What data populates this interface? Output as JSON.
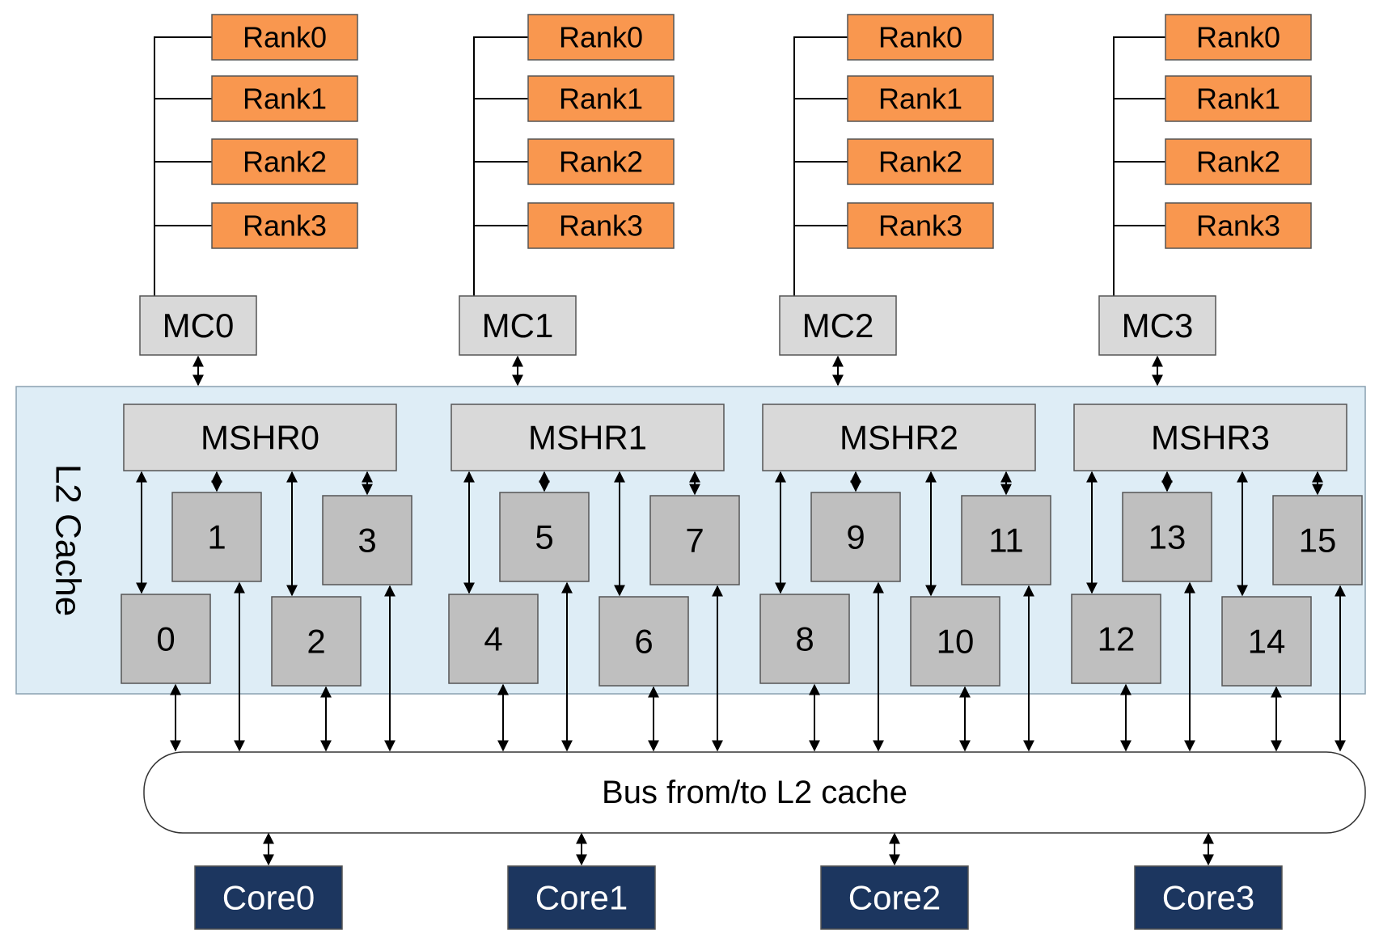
{
  "memory_controllers": [
    {
      "label": "MC0",
      "ranks": [
        "Rank0",
        "Rank1",
        "Rank2",
        "Rank3"
      ]
    },
    {
      "label": "MC1",
      "ranks": [
        "Rank0",
        "Rank1",
        "Rank2",
        "Rank3"
      ]
    },
    {
      "label": "MC2",
      "ranks": [
        "Rank0",
        "Rank1",
        "Rank2",
        "Rank3"
      ]
    },
    {
      "label": "MC3",
      "ranks": [
        "Rank0",
        "Rank1",
        "Rank2",
        "Rank3"
      ]
    }
  ],
  "l2_cache": {
    "label": "L2 Cache",
    "mshrs": [
      "MSHR0",
      "MSHR1",
      "MSHR2",
      "MSHR3"
    ],
    "banks": [
      "0",
      "1",
      "2",
      "3",
      "4",
      "5",
      "6",
      "7",
      "8",
      "9",
      "10",
      "11",
      "12",
      "13",
      "14",
      "15"
    ]
  },
  "bus": {
    "label": "Bus from/to L2 cache"
  },
  "cores": [
    "Core0",
    "Core1",
    "Core2",
    "Core3"
  ],
  "colors": {
    "rank_fill": "#f9974f",
    "gray_box": "#d9d9d9",
    "bank_fill": "#bfbfbf",
    "l2_fill": "#deedf6",
    "core_fill": "#1c365f",
    "core_text": "#ffffff",
    "line": "#000000"
  }
}
